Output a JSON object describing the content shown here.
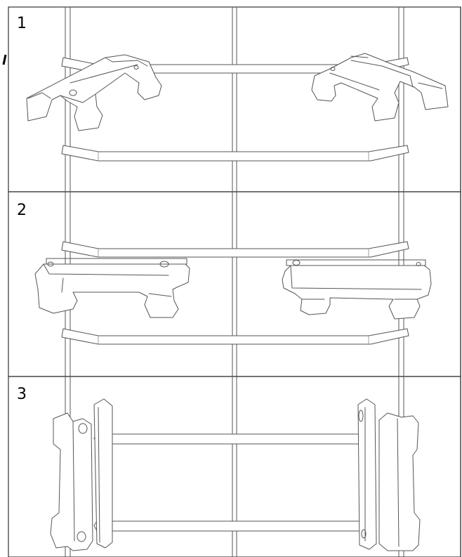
{
  "panels": [
    {
      "label": "1"
    },
    {
      "label": "2"
    },
    {
      "label": "3"
    }
  ],
  "colors": {
    "line": "#555555",
    "frame": "#333333",
    "background": "#ffffff"
  }
}
